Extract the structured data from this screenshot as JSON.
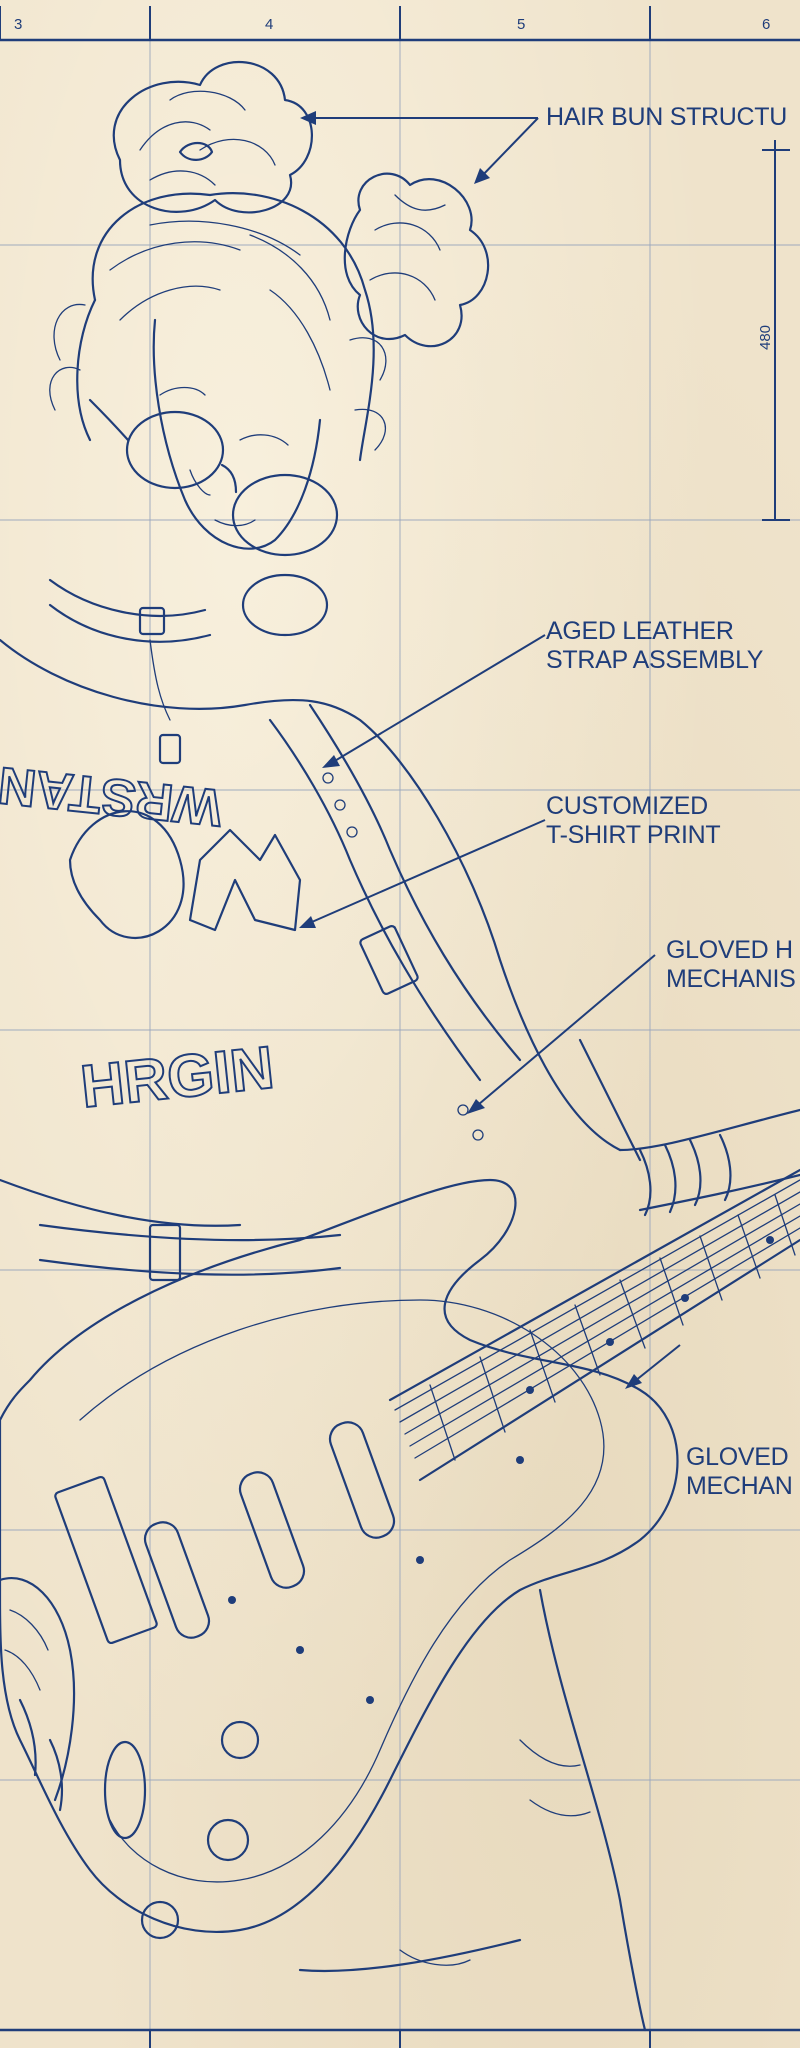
{
  "ruler": {
    "numbers": [
      "3",
      "4",
      "5",
      "6"
    ]
  },
  "dimension": {
    "value": "480"
  },
  "callouts": [
    {
      "lines": [
        "HAIR BUN STRUCTU"
      ]
    },
    {
      "lines": [
        "AGED LEATHER",
        "STRAP ASSEMBLY"
      ]
    },
    {
      "lines": [
        "CUSTOMIZED",
        "T-SHIRT PRINT"
      ]
    },
    {
      "lines": [
        "GLOVED H",
        "MECHANIS"
      ]
    },
    {
      "lines": [
        "GLOVED",
        "MECHAN"
      ]
    }
  ],
  "shirt_print": {
    "top": "WRSTAN",
    "bottom": "HRGIN"
  },
  "colors": {
    "paper": "#efe3cb",
    "ink": "#1f3d7a",
    "grid": "#9aa7bd"
  }
}
